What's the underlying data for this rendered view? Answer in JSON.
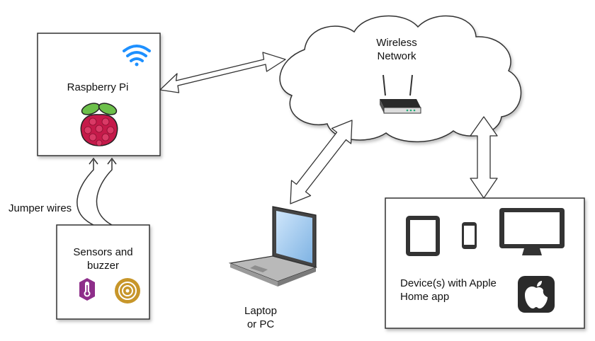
{
  "nodes": {
    "raspberry_pi": {
      "label": "Raspberry Pi"
    },
    "network": {
      "label_line1": "Wireless",
      "label_line2": "Network"
    },
    "sensors": {
      "label_line1": "Sensors and",
      "label_line2": "buzzer"
    },
    "laptop": {
      "label_line1": "Laptop",
      "label_line2": "or PC"
    },
    "devices": {
      "label_line1": "Device(s) with Apple",
      "label_line2": "Home app"
    }
  },
  "edges": {
    "jumper": {
      "label": "Jumper wires"
    }
  },
  "colors": {
    "wifi": "#1e90ff",
    "raspberry_red": "#c51a4a",
    "raspberry_leaf": "#6cc04a",
    "thermometer": "#8e2e8a",
    "buzzer": "#c7962a",
    "box_border": "#333333"
  },
  "icons": [
    "wifi-icon",
    "raspberry-pi-logo-icon",
    "router-icon",
    "laptop-icon",
    "tablet-icon",
    "phone-icon",
    "monitor-icon",
    "apple-home-icon",
    "thermometer-icon",
    "buzzer-icon"
  ]
}
